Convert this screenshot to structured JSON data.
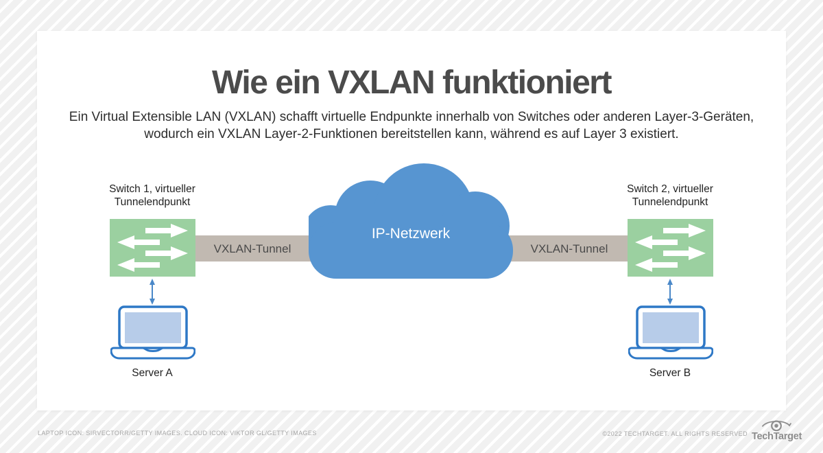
{
  "header": {
    "title": "Wie ein VXLAN funktioniert",
    "subtitle_line1": "Ein Virtual Extensible LAN (VXLAN) schafft virtuelle Endpunkte innerhalb von Switches oder anderen Layer-3-Geräten,",
    "subtitle_line2": "wodurch ein VXLAN Layer-2-Funktionen bereitstellen kann, während es auf Layer 3 existiert."
  },
  "diagram": {
    "switch1": {
      "label_line1": "Switch 1, virtueller",
      "label_line2": "Tunnelendpunkt"
    },
    "switch2": {
      "label_line1": "Switch 2, virtueller",
      "label_line2": "Tunnelendpunkt"
    },
    "cloud_label": "IP-Netzwerk",
    "tunnel_left_label": "VXLAN-Tunnel",
    "tunnel_right_label": "VXLAN-Tunnel",
    "server_a_label": "Server A",
    "server_b_label": "Server B",
    "icons": {
      "switch": "switch-arrows-icon",
      "cloud": "cloud-icon",
      "laptop": "laptop-icon",
      "connector": "double-arrow-icon"
    }
  },
  "footer": {
    "credits": "LAPTOP ICON: SIRVECTORR/GETTY IMAGES. CLOUD ICON: VIKTOR GL/GETTY IMAGES",
    "copyright": "©2022 TECHTARGET. ALL RIGHTS RESERVED",
    "brand": "TechTarget"
  },
  "colors": {
    "switch_green": "#9bd0a0",
    "tunnel_gray": "#c1b9b1",
    "cloud_blue": "#5795d1",
    "laptop_outline_blue": "#2e78c6",
    "laptop_screen_blue": "#b7cce9",
    "connector_blue": "#4a88c8",
    "title_gray": "#4b4b4b",
    "background_stripe": "#f1f1f1"
  }
}
